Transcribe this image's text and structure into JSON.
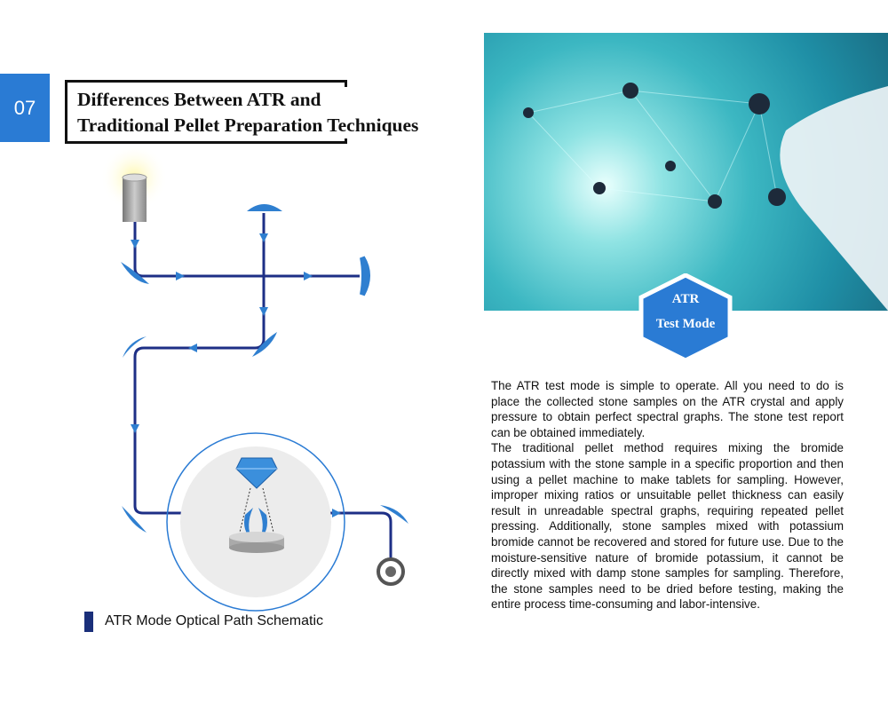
{
  "section": {
    "number": "07",
    "title_line1": "Differences Between ATR and",
    "title_line2": "Traditional Pellet Preparation Techniques"
  },
  "badge": {
    "line1": "ATR",
    "line2": "Test Mode"
  },
  "body": {
    "paragraph1": "The ATR test mode is simple to operate. All you need to do is place the collected stone samples on the ATR crystal and apply pressure to obtain perfect spectral graphs. The stone test report can be obtained immediately.",
    "paragraph2": "The traditional pellet method requires mixing the bromide potassium with the stone sample in a specific proportion and then using a pellet machine to make tablets for sampling. However, improper mixing ratios or unsuitable pellet thickness can easily result in unreadable spectral graphs, requiring repeated pellet pressing. Additionally, stone samples mixed with potassium bromide cannot be recovered and stored for future use. Due to the moisture-sensitive nature of bromide potassium, it cannot be directly mixed with damp stone samples for sampling. Therefore, the stone samples need to be dried before testing, making the entire process time-consuming and labor-intensive."
  },
  "caption": "ATR Mode Optical Path Schematic",
  "colors": {
    "accent": "#2a7bd4",
    "path": "#1d2f86",
    "mirror": "#2f7fd0"
  }
}
